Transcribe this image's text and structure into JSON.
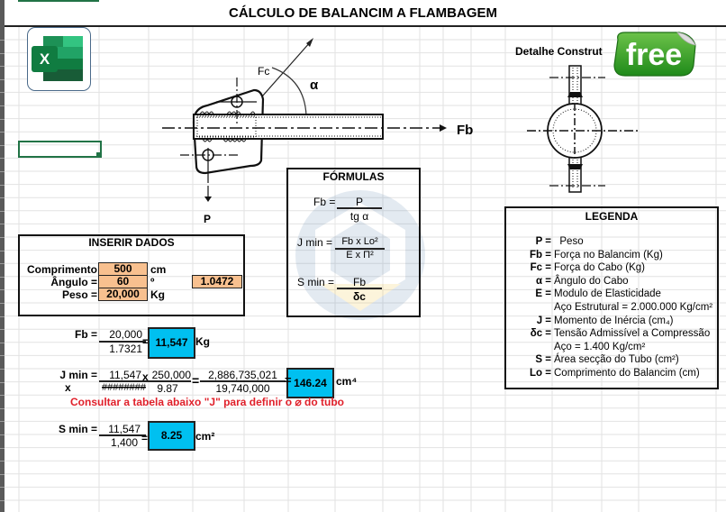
{
  "sheet": {
    "title": "CÁLCULO DE BALANCIM A FLAMBAGEM",
    "app_icon": "excel-icon",
    "app_icon_letter": "X",
    "badge_text": "free",
    "accent_color": "#217346",
    "input_fill_color": "#f8c08f",
    "result_fill_color": "#00c0f0",
    "warning_color": "#e0202a"
  },
  "diagram": {
    "fc_label": "Fc",
    "alpha_label": "α",
    "fb_label": "Fb",
    "p_label": "P",
    "detail_title": "Detalhe Construt"
  },
  "formulas": {
    "title": "FÓRMULAS",
    "fb": {
      "lhs": "Fb =",
      "num": "P",
      "den": "tg α"
    },
    "jmin": {
      "lhs": "J min =",
      "num": "Fb x Lo²",
      "den": "E x Π²"
    },
    "smin": {
      "lhs": "S min =",
      "num": "Fb",
      "den": "δc"
    }
  },
  "inputs": {
    "title": "INSERIR DADOS",
    "comprimento": {
      "label": "Comprimento =",
      "value": "500",
      "unit": "cm"
    },
    "angulo": {
      "label": "Ângulo =",
      "value": "60",
      "unit": "º",
      "radians": "1.0472"
    },
    "peso": {
      "label": "Peso =",
      "value": "20,000",
      "unit": "Kg"
    }
  },
  "calc": {
    "fb": {
      "lhs": "Fb =",
      "num": "20,000",
      "den": "1.7321",
      "eq": "=",
      "result": "11,547",
      "unit": "Kg"
    },
    "jmin": {
      "lhs": "J min =",
      "lhs2": "x",
      "num1": "11,547",
      "times": "x",
      "num2": "250,000",
      "den1": "########",
      "den2": "9.87",
      "eq": "=",
      "num3": "2,886,735,021",
      "den3": "19,740,000",
      "eq2": "=",
      "result": "146.24",
      "unit": "cm⁴"
    },
    "warning": "Consultar a tabela abaixo \"J\" para definir o ⌀ do tubo",
    "smin": {
      "lhs": "S min =",
      "num": "11,547",
      "den": "1,400",
      "eq": "=",
      "result": "8.25",
      "unit": "cm²"
    }
  },
  "legend": {
    "title": "LEGENDA",
    "rows": [
      {
        "key": "P =",
        "text": "  Peso"
      },
      {
        "key": "Fb =",
        "text": "Força no Balancim (Kg)"
      },
      {
        "key": "Fc =",
        "text": "Força do Cabo (Kg)"
      },
      {
        "key": "α =",
        "text": "Ângulo do Cabo"
      },
      {
        "key": "E =",
        "text": "Modulo de Elasticidade"
      },
      {
        "key": "",
        "text": "Aço Estrutural = 2.000.000 Kg/cm²"
      },
      {
        "key": "J =",
        "text": "Momento de Inércia (cm₄)"
      },
      {
        "key": "δc =",
        "text": "Tensão Admissível a Compressão"
      },
      {
        "key": "",
        "text": "Aço = 1.400 Kg/cm²"
      },
      {
        "key": "S =",
        "text": "Área secção do Tubo (cm²)"
      },
      {
        "key": "Lo =",
        "text": "Comprimento do Balancim (cm)"
      }
    ]
  }
}
